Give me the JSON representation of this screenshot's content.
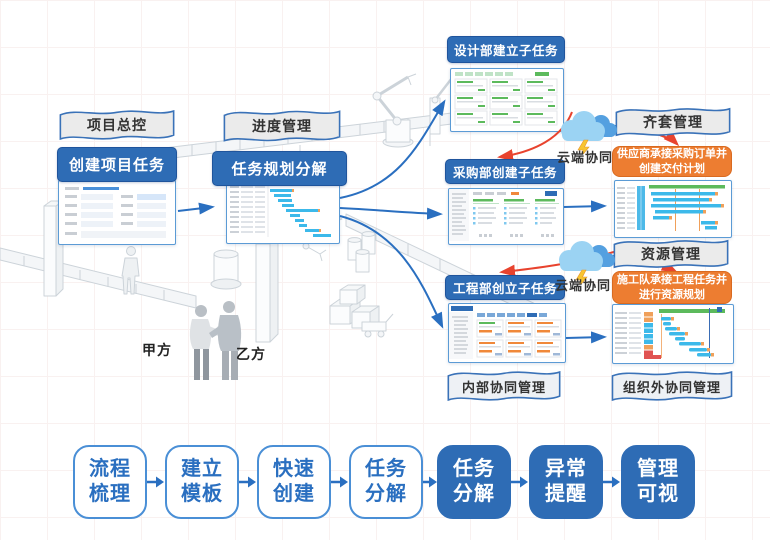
{
  "labels": {
    "project_control": "项目总控",
    "create_project_task": "创建项目任务",
    "progress_mgmt": "进度管理",
    "task_planning": "任务规划分解",
    "design_subtask": "设计部建立子任务",
    "purchase_subtask": "采购部创建子任务",
    "engineering_subtask": "工程部创立子任务",
    "kitting_mgmt": "齐套管理",
    "supplier_note": "供应商承接采购订单并创建交付计划",
    "resource_mgmt": "资源管理",
    "contractor_note": "施工队承接工程任务并进行资源规划",
    "internal_collab": "内部协同管理",
    "external_collab": "组织外协同管理",
    "cloud_collab_1": "云端协同",
    "cloud_collab_2": "云端协同",
    "party_a": "甲方",
    "party_b": "乙方"
  },
  "flow": {
    "items": [
      {
        "line1": "流程",
        "line2": "梳理",
        "variant": "outline"
      },
      {
        "line1": "建立",
        "line2": "模板",
        "variant": "outline"
      },
      {
        "line1": "快速",
        "line2": "创建",
        "variant": "outline"
      },
      {
        "line1": "任务",
        "line2": "分解",
        "variant": "outline"
      },
      {
        "line1": "任务",
        "line2": "分解",
        "variant": "solid"
      },
      {
        "line1": "异常",
        "line2": "提醒",
        "variant": "solid"
      },
      {
        "line1": "管理",
        "line2": "可视",
        "variant": "solid"
      }
    ]
  },
  "icons": {
    "cloud": "cloud-icon",
    "lightning": "lightning-icon",
    "arrow_blue": "blue-flow-arrow",
    "arrow_red": "red-sync-arrow"
  },
  "colors": {
    "primary_blue": "#2e6cb5",
    "outline_blue": "#4a8fd6",
    "flow_text_blue": "#2a6fc0",
    "orange": "#ed7d31",
    "red_arrow": "#e8432e",
    "banner_fill": "#ebebeb",
    "banner_border": "#3a72b8",
    "gantt_green": "#5cba5c",
    "gantt_cyan": "#3cb9ea",
    "cloud_light": "#9bd3f3",
    "cloud_dark": "#54a0e0",
    "lightning_yellow": "#f7c531"
  }
}
